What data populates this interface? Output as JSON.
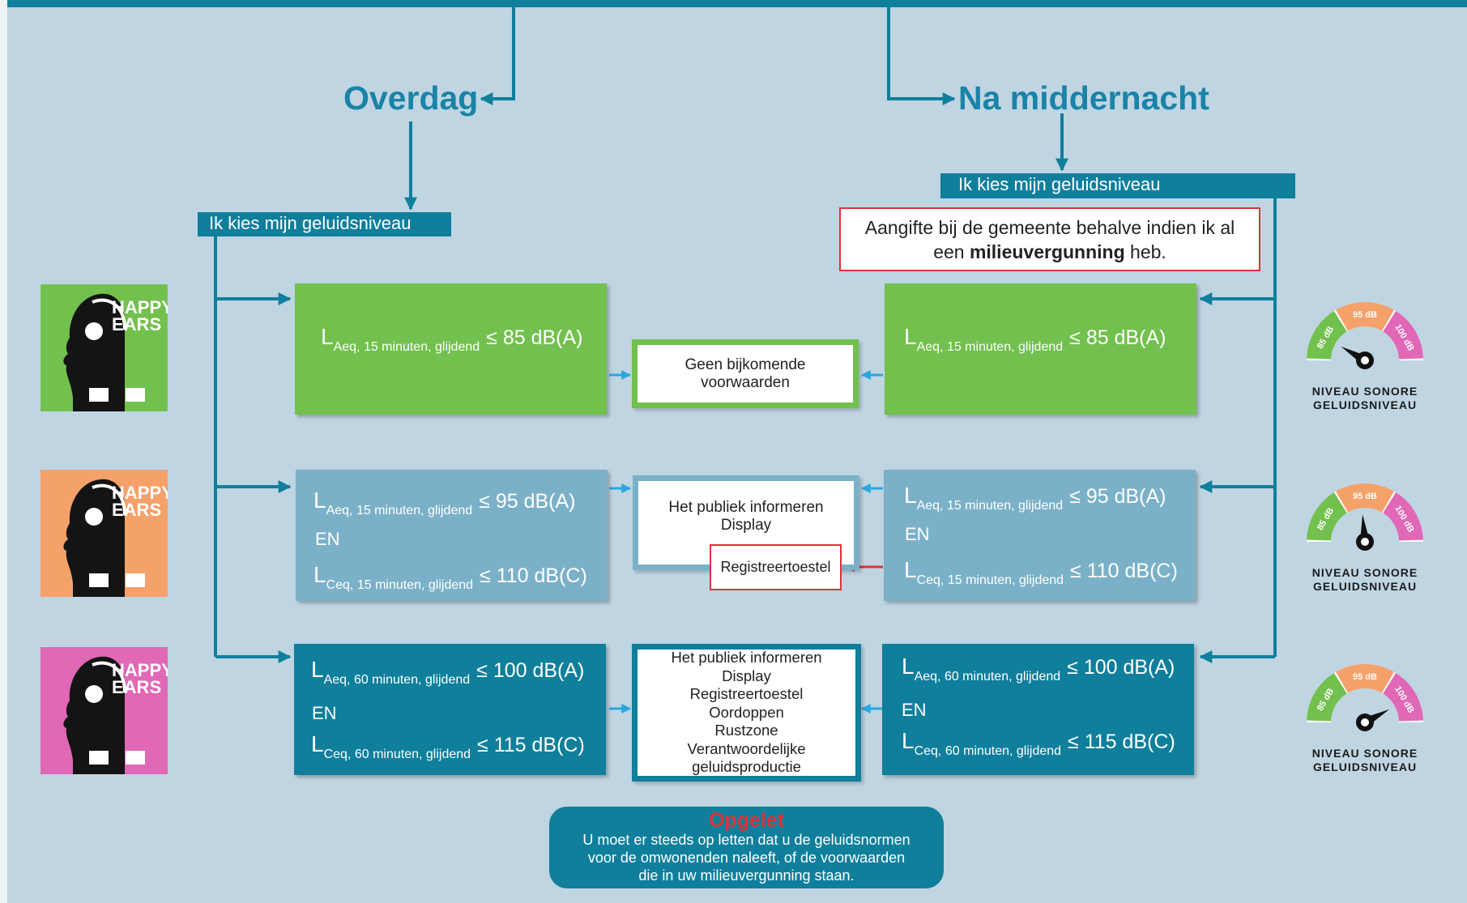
{
  "colors": {
    "background": "#bfd5e2",
    "accent": "#0f7f9c",
    "green": "#72c04e",
    "light_blue": "#7bb1c8",
    "orange": "#f5a16a",
    "pink": "#e068b6",
    "red": "#e0313a"
  },
  "left": {
    "heading": "Overdag",
    "label": "Ik kies mijn geluidsniveau"
  },
  "right": {
    "heading": "Na middernacht",
    "label": "Ik kies mijn geluidsniveau",
    "notice_line1": "Aangifte bij de gemeente behalve indien ik al",
    "notice_line2_pre": "een ",
    "notice_line2_bold": "milieuvergunning",
    "notice_line2_post": " heb."
  },
  "levels": [
    {
      "color": "green",
      "l1_symbol": "L",
      "l1_sub": "Aeq, 15 minuten, glijdend",
      "l1_value": "≤ 85 dB(A)",
      "conditions": [
        "Geen bijkomende",
        "voorwaarden"
      ]
    },
    {
      "color": "light_blue",
      "l1_symbol": "L",
      "l1_sub": "Aeq, 15 minuten, glijdend",
      "l1_value": "≤ 95 dB(A)",
      "connector": "EN",
      "l2_symbol": "L",
      "l2_sub": "Ceq, 15 minuten, glijdend",
      "l2_value": "≤ 110 dB(C)",
      "conditions": [
        "Het publiek informeren",
        "Display"
      ],
      "highlight": "Registreertoestel"
    },
    {
      "color": "teal",
      "l1_symbol": "L",
      "l1_sub": "Aeq, 60 minuten, glijdend",
      "l1_value": "≤ 100 dB(A)",
      "connector": "EN",
      "l2_symbol": "L",
      "l2_sub": "Ceq, 60 minuten, glijdend",
      "l2_value": "≤ 115 dB(C)",
      "conditions": [
        "Het publiek informeren",
        "Display",
        "Registreertoestel",
        "Oordoppen",
        "Rustzone",
        "Verantwoordelijke",
        "geluidsproductie"
      ]
    }
  ],
  "posters": [
    {
      "brand_line1": "HAPPY",
      "brand_line2": "EARS",
      "color": "#72c04e"
    },
    {
      "brand_line1": "HAPPY",
      "brand_line2": "EARS",
      "color": "#f5a16a"
    },
    {
      "brand_line1": "HAPPY",
      "brand_line2": "EARS",
      "color": "#e068b6"
    }
  ],
  "gauges": [
    {
      "seg_low": "85 dB",
      "seg_mid": "95 dB",
      "seg_high": "100 dB",
      "label_line1": "NIVEAU SONORE",
      "label_line2": "GELUIDSNIVEAU",
      "level": "low"
    },
    {
      "seg_low": "85 dB",
      "seg_mid": "95 dB",
      "seg_high": "100 dB",
      "label_line1": "NIVEAU SONORE",
      "label_line2": "GELUIDSNIVEAU",
      "level": "mid"
    },
    {
      "seg_low": "85 dB",
      "seg_mid": "95 dB",
      "seg_high": "100 dB",
      "label_line1": "NIVEAU SONORE",
      "label_line2": "GELUIDSNIVEAU",
      "level": "high"
    }
  ],
  "warning": {
    "title": "Opgelet",
    "lines": [
      "U moet er steeds op letten dat u de geluidsnormen",
      "voor de omwonenden naleeft, of de voorwaarden",
      "die in uw milieuvergunning staan."
    ]
  }
}
